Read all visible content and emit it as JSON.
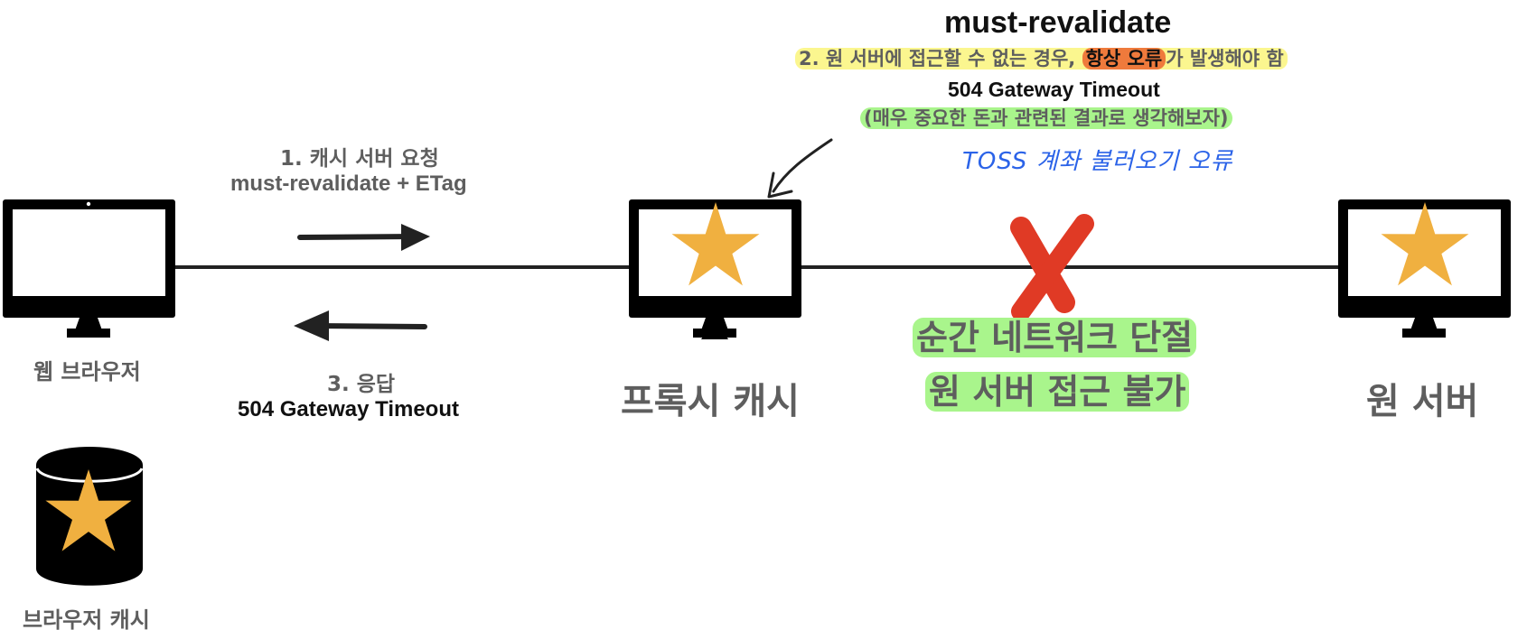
{
  "title": "must-revalidate",
  "note_line1": {
    "prefix": "2. 원 서버에 접근할 수 없는 경우, ",
    "highlight": "항상 오류",
    "suffix": "가 발생해야 함"
  },
  "note_line2": "504 Gateway Timeout",
  "note_line3": "(매우 중요한 돈과 관련된 결과로 생각해보자)",
  "handwritten_note": "TOSS 계좌 불러오기 오류",
  "request": {
    "line1": "1. 캐시 서버 요청",
    "line2": "must-revalidate + ETag"
  },
  "response": {
    "line1": "3. 응답",
    "line2": "504 Gateway Timeout"
  },
  "nodes": {
    "browser": "웹 브라우저",
    "proxy": "프록시 캐시",
    "origin": "원 서버",
    "browser_cache": "브라우저 캐시"
  },
  "network_failure": {
    "line1": "순간 네트워크 단절",
    "line2": "원 서버 접근 불가"
  },
  "colors": {
    "star": "#f0b040",
    "cross": "#e03a25",
    "highlight_yellow": "#fbf68f",
    "highlight_orange": "#ef7a3c",
    "highlight_green": "#a9f58c",
    "handwriting": "#2b63e8"
  }
}
